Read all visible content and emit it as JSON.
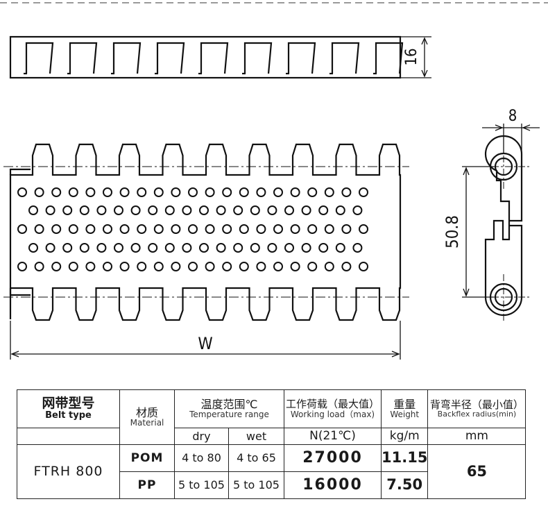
{
  "drawing": {
    "dim_thickness": "16",
    "dim_pitch": "8",
    "dim_height": "50.8",
    "dim_width": "W"
  },
  "table": {
    "belt_type_cn": "网带型号",
    "belt_type_en": "Belt type",
    "material_cn": "材质",
    "material_en": "Material",
    "temperature_cn": "温度范围℃",
    "temperature_en": "Temperature range",
    "load_cn": "工作荷载（最大值）",
    "load_en": "Working load（max)",
    "weight_cn": "重量",
    "weight_en": "Weight",
    "backflex_cn": "背弯半径（最小值）",
    "backflex_en": "Backflex radius(min)",
    "dry": "dry",
    "wet": "wet",
    "load_unit": "N(21℃)",
    "weight_unit": "kg/m",
    "backflex_unit": "mm",
    "model": "FTRH 800",
    "rows": [
      {
        "material": "POM",
        "dry": "4 to 80",
        "wet": "4 to 65",
        "load": "27000",
        "weight": "11.15"
      },
      {
        "material": "PP",
        "dry": "5 to 105",
        "wet": "5 to 105",
        "load": "16000",
        "weight": "7.50"
      }
    ],
    "backflex_value": "65"
  }
}
